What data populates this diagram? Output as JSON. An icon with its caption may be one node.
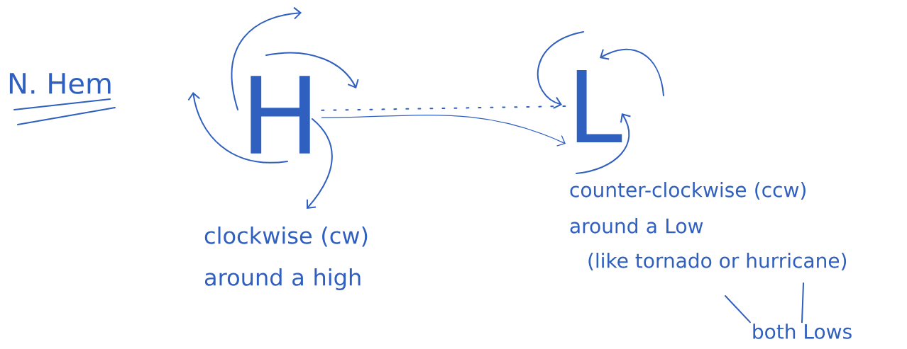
{
  "diagram": {
    "nodes": [
      {
        "text": [
          "H"
        ]
      },
      {
        "text": [
          "L"
        ]
      },
      {
        "text": [
          "both Lows"
        ]
      }
    ],
    "edges": [
      {
        "from": 0,
        "to": 1,
        "arrow": "to"
      },
      {
        "from": 0,
        "to": 1,
        "arrow": "none",
        "style": "dashed"
      },
      {
        "from": 2,
        "to": null,
        "arrow": "none"
      },
      {
        "from": 2,
        "to": null,
        "arrow": "none"
      }
    ],
    "labels": [
      "N. Hem",
      "clockwise (cw) around a high",
      "counter-clockwise (ccw) around a Low",
      "(like tornado or hurricane)"
    ]
  }
}
